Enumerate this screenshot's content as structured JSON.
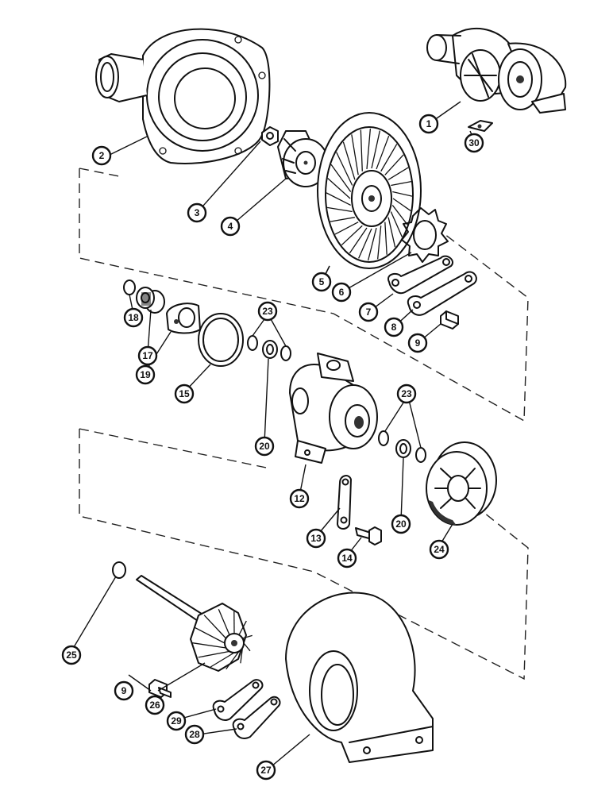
{
  "callouts": [
    "1",
    "2",
    "3",
    "4",
    "5",
    "6",
    "7",
    "8",
    "9",
    "9",
    "12",
    "13",
    "14",
    "15",
    "17",
    "18",
    "19",
    "20",
    "20",
    "23",
    "23",
    "24",
    "25",
    "26",
    "27",
    "28",
    "29",
    "30"
  ]
}
